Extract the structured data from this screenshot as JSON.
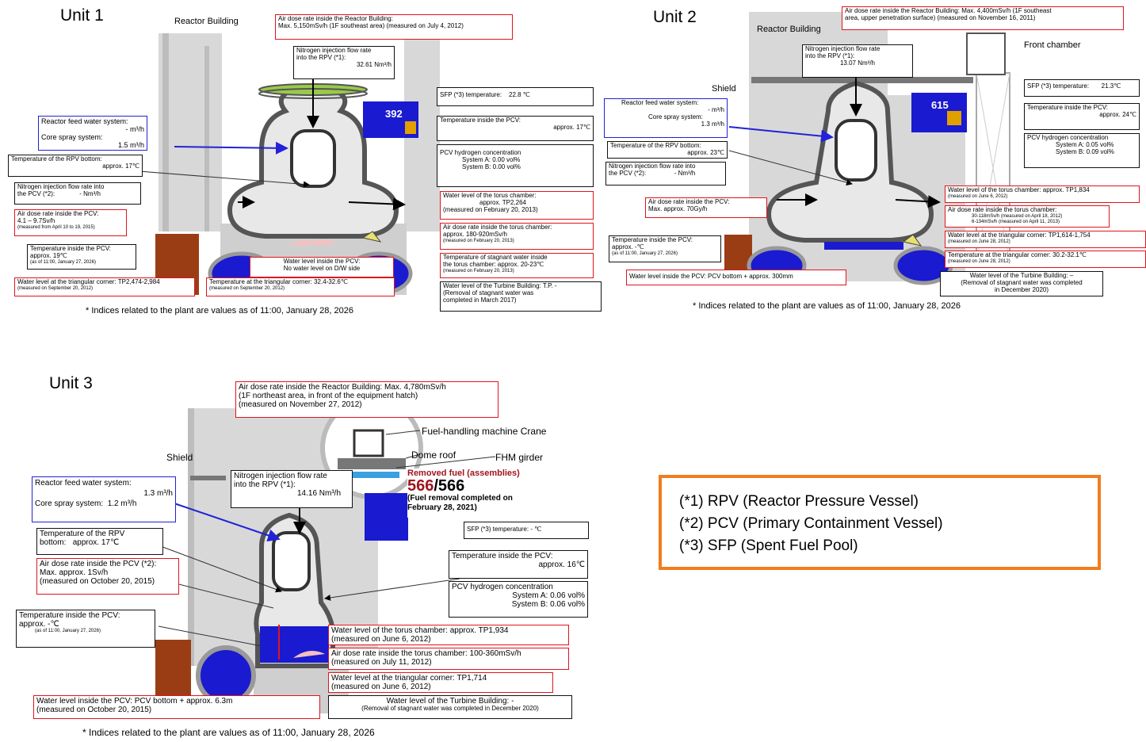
{
  "unit1": {
    "title": "Unit 1",
    "reactor_building": "Reactor Building",
    "air_dose_rb": [
      "Air dose rate inside the Reactor Building:",
      "Max. 5,150mSv/h (1F southeast area) (measured on July 4, 2012)"
    ],
    "nitrogen_rpv": [
      "Nitrogen injection flow rate",
      "into the RPV (*1):",
      "32.61 Nm³/h"
    ],
    "pool_value": "392",
    "sfp_temp": [
      "SFP (*3) temperature:",
      "22.8 ℃"
    ],
    "feed_water": [
      "Reactor feed water system:",
      "- m³/h",
      "Core spray system:",
      "1.5 m³/h"
    ],
    "rpv_bottom_temp": [
      "Temperature of the RPV bottom:",
      "approx. 17℃"
    ],
    "nitrogen_pcv": [
      "Nitrogen injection flow rate into",
      "the PCV (*2):",
      "- Nm³/h"
    ],
    "air_dose_pcv": [
      "Air dose rate inside the PCV:",
      "4.1 – 9.7Sv/h",
      "(measured from April 10 to 19, 2015)"
    ],
    "pcv_temp_lower": [
      "Temperature inside the PCV:",
      "approx. 19℃",
      "(as of 11:00, January 27, 2026)"
    ],
    "water_level_pcv": [
      "Water level inside the PCV:",
      "No water level on D/W side"
    ],
    "triangular_level": [
      "Water level at the triangular corner: TP2,474-2,984",
      "(measured on September 20, 2012)"
    ],
    "triangular_temp": [
      "Temperature at the triangular corner: 32.4-32.6℃",
      "(measured on September 20, 2012)"
    ],
    "pcv_temp": [
      "Temperature inside the PCV:",
      "approx. 17℃"
    ],
    "pcv_hydrogen": [
      "PCV hydrogen concentration",
      "System A: 0.00 vol%",
      "System B: 0.00 vol%"
    ],
    "torus_level": [
      "Water level of the torus chamber:",
      "approx. TP2,264",
      "(measured on February 20, 2013)"
    ],
    "torus_dose": [
      "Air dose rate inside the torus chamber:",
      "approx. 180-920mSv/h",
      "(measured on February 20, 2013)"
    ],
    "stagnant_temp": [
      "Temperature of stagnant water inside",
      "the torus chamber: approx. 20-23℃",
      "(measured on February 20, 2013)"
    ],
    "turbine_level": [
      "Water level of the Turbine Building: T.P. -",
      "(Removal of stagnant water was",
      "completed in March 2017)"
    ],
    "footnote": "* Indices related to the plant are values as of 11:00, January 28, 2026"
  },
  "unit2": {
    "title": "Unit 2",
    "reactor_building": "Reactor Building",
    "air_dose_rb": [
      "Air dose rate inside the Reactor Building: Max. 4,400mSv/h (1F southeast",
      "area, upper penetration surface) (measured on November 16, 2011)"
    ],
    "front_chamber": "Front chamber",
    "shield": "Shield",
    "nitrogen_rpv": [
      "Nitrogen injection flow rate",
      "into the RPV (*1):",
      "13.07 Nm³/h"
    ],
    "pool_value": "615",
    "sfp_temp": [
      "SFP (*3) temperature:",
      "21.3℃"
    ],
    "feed_water": [
      "Reactor feed water system:",
      "- m³/h",
      "Core spray system:",
      "1.3 m³/h"
    ],
    "rpv_bottom_temp": [
      "Temperature of the RPV bottom:",
      "approx. 23℃"
    ],
    "nitrogen_pcv": [
      "Nitrogen injection flow rate into",
      "the PCV (*2):",
      "- Nm³/h"
    ],
    "air_dose_pcv": [
      "Air dose rate inside the PCV:",
      "Max. approx. 70Gy/h"
    ],
    "pcv_temp_lower": [
      "Temperature inside the PCV:",
      "approx. -℃",
      "(as of 11:00, January 27, 2026)"
    ],
    "water_level_pcv": "Water level inside the PCV: PCV bottom + approx. 300mm",
    "pcv_temp": [
      "Temperature inside the PCV:",
      "approx. 24℃"
    ],
    "pcv_hydrogen": [
      "PCV hydrogen concentration",
      "System A: 0.05 vol%",
      "System B: 0.09 vol%"
    ],
    "torus_level": [
      "Water level of the torus chamber: approx. TP1,834",
      "(measured on June 6, 2012)"
    ],
    "torus_dose": [
      "Air dose rate inside the torus chamber:",
      "30-118mSv/h (measured on April 18, 2012)",
      "6-134mSv/h (measured on April 11, 2013)"
    ],
    "triangular_level": [
      "Water level at the triangular corner: TP1,614-1,754",
      "(measured on June 28, 2012)"
    ],
    "triangular_temp": [
      "Temperature at the triangular corner: 30.2-32.1℃",
      "(measured on June 28, 2012)"
    ],
    "turbine_level": [
      "Water level of the Turbine Building: –",
      "(Removal of stagnant water was completed",
      "in December 2020)"
    ],
    "footnote": "* Indices related to the plant are values as of 11:00, January 28, 2026"
  },
  "unit3": {
    "title": "Unit 3",
    "air_dose_rb": [
      "Air dose rate inside the Reactor Building: Max. 4,780mSv/h",
      "(1F northeast area, in front of the equipment hatch)",
      "(measured on November 27, 2012)"
    ],
    "fhm_crane": "Fuel-handling machine Crane",
    "dome_roof": "Dome roof",
    "fhm_girder": "FHM girder",
    "shield": "Shield",
    "nitrogen_rpv": [
      "Nitrogen injection flow rate",
      "into the RPV (*1):",
      "14.16 Nm³/h"
    ],
    "removed_fuel": [
      "Removed fuel (assemblies)",
      "566",
      "/566",
      "(Fuel removal completed on",
      "February 28, 2021)"
    ],
    "sfp_temp": "SFP (*3) temperature: - ℃",
    "feed_water": [
      "Reactor feed water system:",
      "1.3 m³/h",
      "Core spray system:",
      "1.2 m³/h"
    ],
    "rpv_bottom_temp": [
      "Temperature of the RPV",
      "bottom:",
      "approx. 17℃"
    ],
    "air_dose_pcv": [
      "Air dose rate inside the PCV (*2):",
      "Max. approx. 1Sv/h",
      "(measured on October 20, 2015)"
    ],
    "pcv_temp": [
      "Temperature inside the PCV:",
      "approx. 16℃"
    ],
    "pcv_hydrogen": [
      "PCV hydrogen concentration",
      "System A: 0.06 vol%",
      "System B: 0.06 vol%"
    ],
    "pcv_temp_lower": [
      "Temperature inside the PCV:",
      "approx. -℃",
      "(as of 11:00, January 27, 2026)"
    ],
    "torus_level": [
      "Water level of the torus chamber: approx. TP1,934",
      "(measured on June 6, 2012)"
    ],
    "torus_dose": [
      "Air dose rate inside the torus chamber: 100-360mSv/h",
      "(measured on July 11, 2012)"
    ],
    "triangular_level": [
      "Water level at the triangular corner: TP1,714",
      "(measured on June 6, 2012)"
    ],
    "water_level_pcv": [
      "Water level inside the PCV: PCV bottom + approx. 6.3m",
      "(measured on October 20, 2015)"
    ],
    "turbine_level": [
      "Water level of the Turbine Building: -",
      "(Removal of stagnant water was completed in December 2020)"
    ],
    "footnote": "* Indices related to the plant are values as of 11:00, January 28, 2026"
  },
  "legend": [
    "(*1)  RPV (Reactor Pressure Vessel)",
    "(*2)  PCV (Primary Containment Vessel)",
    "(*3)  SFP (Spent Fuel Pool)"
  ],
  "colors": {
    "accent_red": "#e0141e",
    "blue_water": "#1a1ad0",
    "building_gray": "#c8c8c8",
    "legend_orange": "#f07d1e",
    "brown_wall": "#8b3a12"
  }
}
